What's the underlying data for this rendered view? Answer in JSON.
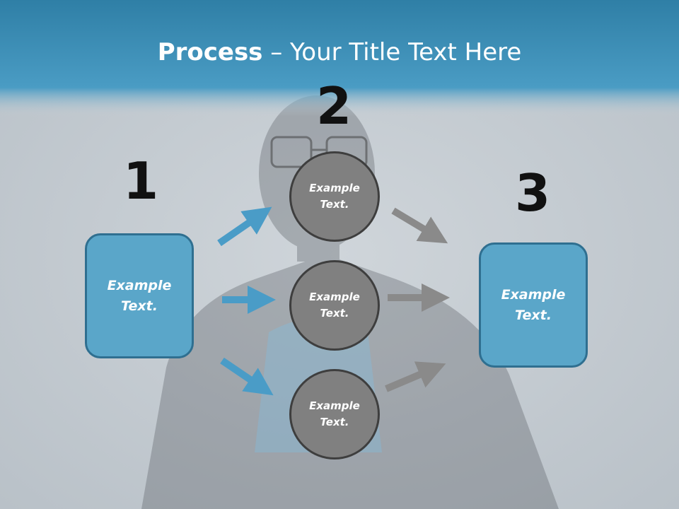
{
  "slide": {
    "title_bold": "Process",
    "title_rest": " – Your Title Text Here"
  },
  "steps": {
    "step1": {
      "number": "1",
      "text": "Example\nText."
    },
    "step2": {
      "number": "2"
    },
    "step3": {
      "number": "3",
      "text": "Example\nText."
    }
  },
  "circles": [
    {
      "text": "Example\nText."
    },
    {
      "text": "Example\nText."
    },
    {
      "text": "Example\nText."
    }
  ],
  "colors": {
    "header_band": "#3f8fb4",
    "box_fill": "#5aa6c9",
    "box_border": "#2f6f90",
    "circle_fill": "#808080",
    "arrow_blue": "#4a9cc7",
    "arrow_gray": "#8a8a8a"
  }
}
